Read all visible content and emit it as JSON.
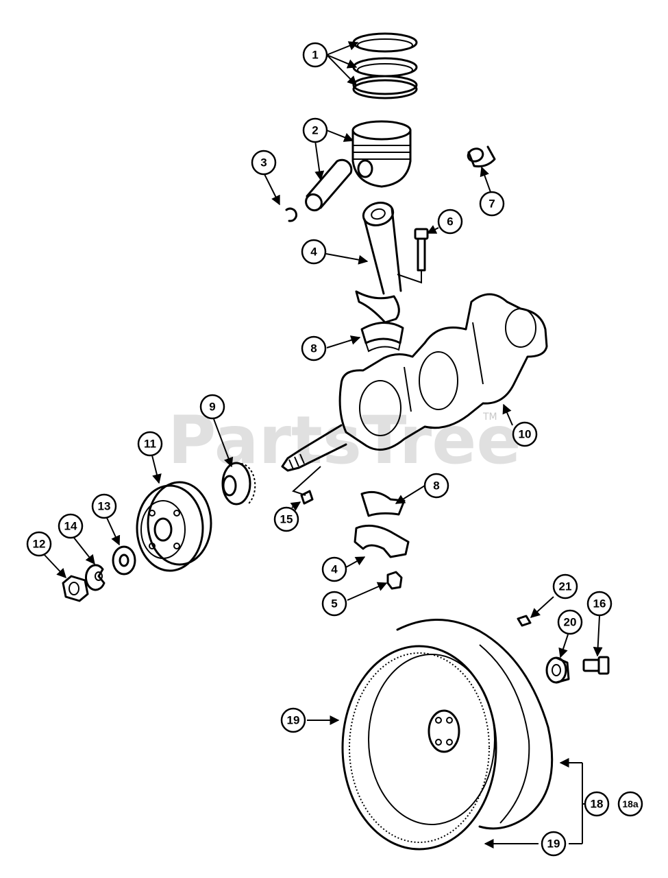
{
  "watermark": {
    "text": "PartsTree",
    "tm": "TM"
  },
  "callouts": [
    "1",
    "2",
    "3",
    "4",
    "5",
    "6",
    "7",
    "8",
    "9",
    "10",
    "11",
    "12",
    "13",
    "14",
    "15",
    "16",
    "18",
    "18a",
    "19",
    "20",
    "21"
  ],
  "colors": {
    "line": "#000000",
    "background": "#ffffff",
    "watermark": "#c8c8c8"
  }
}
